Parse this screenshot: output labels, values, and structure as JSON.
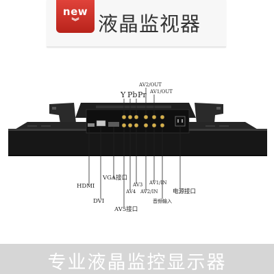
{
  "banner": {
    "badge": "new",
    "title": "液晶监视器"
  },
  "labels": {
    "y": "Y",
    "pb": "Pb",
    "pr": "Pr",
    "av2_out": "AV2/OUT",
    "av1_out": "AV1/OUT",
    "hdmi": "HDMI",
    "dvi": "DVI",
    "vga": "VGA接口",
    "av5": "AV5接口",
    "av4": "AV4",
    "av3": "AV3",
    "av2_in": "AV2/IN",
    "av1_in": "AV1/IN",
    "audio_in": "音频输入",
    "power": "电源接口"
  },
  "footer": {
    "title": "专业液晶监控显示器"
  }
}
